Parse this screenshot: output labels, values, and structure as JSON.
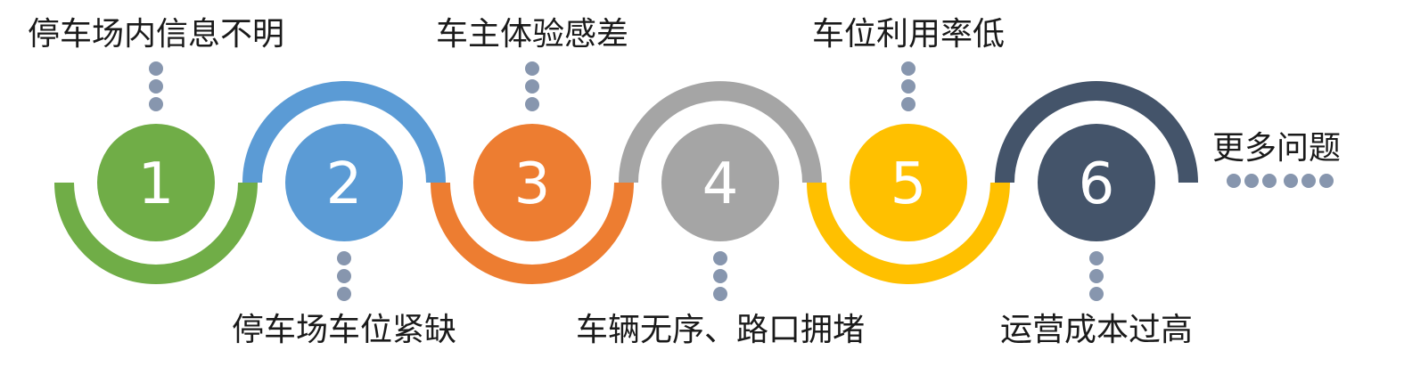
{
  "steps": [
    {
      "number": "1",
      "label": "停车场内信息不明",
      "color": "#70ad47",
      "label_side": "top"
    },
    {
      "number": "2",
      "label": "停车场车位紧缺",
      "color": "#5b9bd5",
      "label_side": "bottom"
    },
    {
      "number": "3",
      "label": "车主体验感差",
      "color": "#ed7d31",
      "label_side": "top"
    },
    {
      "number": "4",
      "label": "车辆无序、路口拥堵",
      "color": "#a5a5a5",
      "label_side": "bottom"
    },
    {
      "number": "5",
      "label": "车位利用率低",
      "color": "#ffc000",
      "label_side": "top"
    },
    {
      "number": "6",
      "label": "运营成本过高",
      "color": "#44546a",
      "label_side": "bottom"
    }
  ],
  "more": {
    "label": "更多问题",
    "dot_color": "#8796ae"
  },
  "connector_dot_color": "#8796ae"
}
